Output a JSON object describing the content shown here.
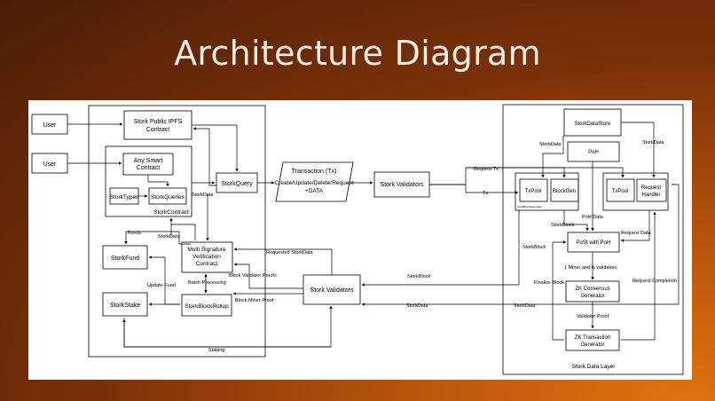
{
  "slide": {
    "title": "Architecture Diagram"
  },
  "nodes": {
    "user1": "User",
    "user2": "User",
    "ipfs_l1": "Stork Public IPFS",
    "ipfs_l2": "Contract",
    "smart_l1": "Any Smart",
    "smart_l2": "Contract",
    "types": "StorkTypes",
    "queries": "StorkQueries",
    "contract": "StorkContract",
    "query": "StorkQuery",
    "fund": "StorkFund",
    "msig_l1": "Multi Signature",
    "msig_l2": "Verification",
    "msig_l3": "Contract",
    "stake": "StorkStake",
    "rollup": "StorkBlockRollup",
    "tx_l1": "Transaction (Tx)",
    "tx_l2": "Create/Update/Delete/Request",
    "tx_l3": "+DATA",
    "validators_top": "Stork Validators",
    "validators_mid": "Stork Validators",
    "datastore": "StorkDataStore",
    "poh": "PoH",
    "txpool1": "TxPool",
    "blockgen": "BlockGen",
    "small_label": "StorkBlockGenerator",
    "txpool2": "TxPool",
    "req_l1": "Request",
    "req_l2": "Handler",
    "post": "PoSt with PoH",
    "zkcons_l1": "ZK Consensus",
    "zkcons_l2": "Generator",
    "zktx_l1": "ZK Transaction",
    "zktx_l2": "Generator",
    "layer": "Stork Data Layer"
  },
  "edges": {
    "storkdata_a": "StorkData",
    "funds": "Funds",
    "storkdata_b": "StorkData",
    "update_fund": "Update Fund",
    "batch": "Batch Processing",
    "block_validator_proofs": "Block Validator Proofs",
    "block_miner_proof": "Block Miner Proof",
    "requested_storkdata": "Requested StorkData",
    "staking": "Staking",
    "storkblock_a": "StorkBlock",
    "storkdata_c": "StorkData",
    "request_tx": "Request Tx",
    "tx": "Tx",
    "storkdata_d": "StorkData",
    "storkdata_e": "StorkData",
    "poh_data": "PoH Data",
    "storkblock_b": "StorkBlock",
    "storkblock_c": "StorkBlock",
    "request_data": "Request Data",
    "miners": "1 Miner and N validators",
    "finalize": "Finalize Block",
    "request_completion": "Request Completion",
    "validator_proof": "Validator Proof",
    "storkdata_f": "StorkData"
  }
}
